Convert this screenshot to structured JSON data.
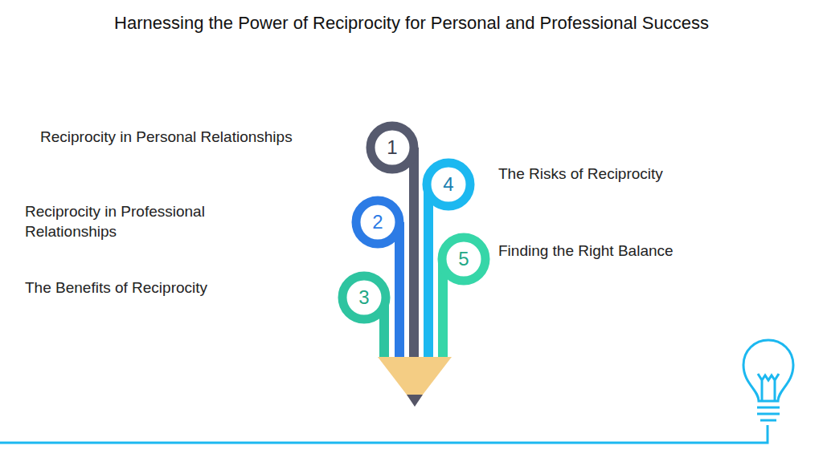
{
  "diagram": {
    "title": "Harnessing the Power of Reciprocity for Personal and Professional Success",
    "nodes": [
      {
        "text": [
          "1"
        ]
      },
      {
        "text": [
          "2"
        ]
      },
      {
        "text": [
          "3"
        ]
      },
      {
        "text": [
          "4"
        ]
      },
      {
        "text": [
          "5"
        ]
      }
    ],
    "labels": [
      "Reciprocity in Personal Relationships",
      "Reciprocity in Professional Relationships",
      "The Benefits of Reciprocity",
      "The Risks of Reciprocity",
      "Finding the Right Balance"
    ]
  }
}
